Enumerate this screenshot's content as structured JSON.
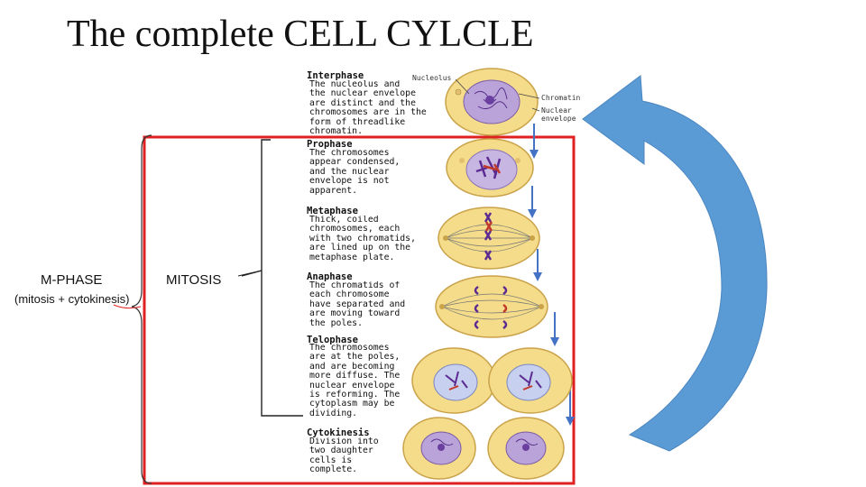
{
  "title": "The complete CELL CYLCLE",
  "m_phase": {
    "label": "M-PHASE",
    "sublabel": "(mitosis + cytokinesis)"
  },
  "mitosis_label": "MITOSIS",
  "figure": {
    "nucleolus_label": "Nucleolus",
    "chromatin_label": "Chromatin",
    "nuclear_envelope_label": "Nuclear\nenvelope",
    "stages": [
      {
        "name": "Interphase",
        "desc": "The nucleolus and\nthe nuclear envelope\nare distinct and the\nchromosomes are in the\nform of threadlike\nchromatin."
      },
      {
        "name": "Prophase",
        "desc": "The chromosomes\nappear condensed,\nand the nuclear\nenvelope is not\napparent."
      },
      {
        "name": "Metaphase",
        "desc": "Thick, coiled\nchromosomes, each\nwith two chromatids,\nare lined up on the\nmetaphase plate."
      },
      {
        "name": "Anaphase",
        "desc": "The chromatids of\neach chromosome\nhave separated and\nare moving toward\nthe poles."
      },
      {
        "name": "Telophase",
        "desc": "The chromosomes\nare at the poles,\nand are becoming\nmore diffuse. The\nnuclear envelope\nis reforming. The\ncytoplasm may be\ndividing."
      },
      {
        "name": "Cytokinesis",
        "desc": "Division into\ntwo daughter\ncells is\ncomplete."
      }
    ]
  },
  "colors": {
    "red_box": "#e02020",
    "cycle_arrow": "#5b9bd5",
    "down_arrow": "#4472c4",
    "cell_fill": "#f4dc8a",
    "nucleus_fill": "#b9a3d9"
  }
}
